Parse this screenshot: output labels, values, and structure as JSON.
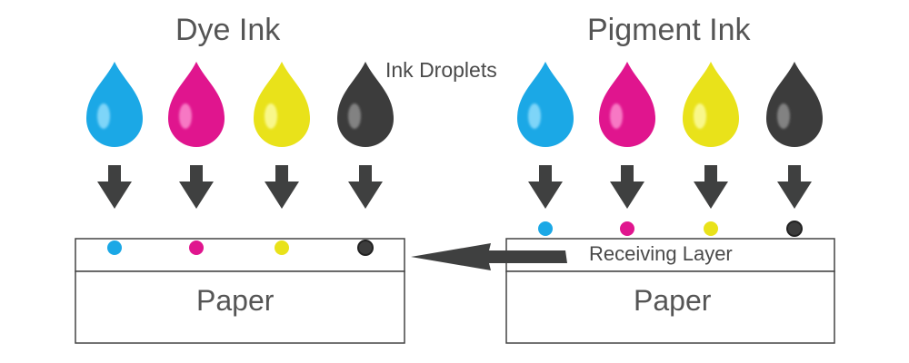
{
  "dye": {
    "title": "Dye Ink",
    "paper_label": "Paper",
    "drops": [
      {
        "name": "cyan",
        "color": "#1ba8e6",
        "highlight": "#9fe4ff"
      },
      {
        "name": "magenta",
        "color": "#e0158e",
        "highlight": "#ff9ad6"
      },
      {
        "name": "yellow",
        "color": "#e9e21a",
        "highlight": "#ffffb0"
      },
      {
        "name": "black",
        "color": "#3c3c3c",
        "highlight": "#9a9a9a"
      }
    ]
  },
  "pigment": {
    "title": "Pigment Ink",
    "paper_label": "Paper",
    "drops": [
      {
        "name": "cyan",
        "color": "#1ba8e6",
        "highlight": "#9fe4ff"
      },
      {
        "name": "magenta",
        "color": "#e0158e",
        "highlight": "#ff9ad6"
      },
      {
        "name": "yellow",
        "color": "#e9e21a",
        "highlight": "#ffffb0"
      },
      {
        "name": "black",
        "color": "#3c3c3c",
        "highlight": "#9a9a9a"
      }
    ]
  },
  "labels": {
    "ink_droplets": "Ink Droplets",
    "receiving_layer": "Receiving Layer"
  },
  "colors": {
    "arrow": "#3f4040",
    "outline": "#444444",
    "text": "#555555"
  }
}
